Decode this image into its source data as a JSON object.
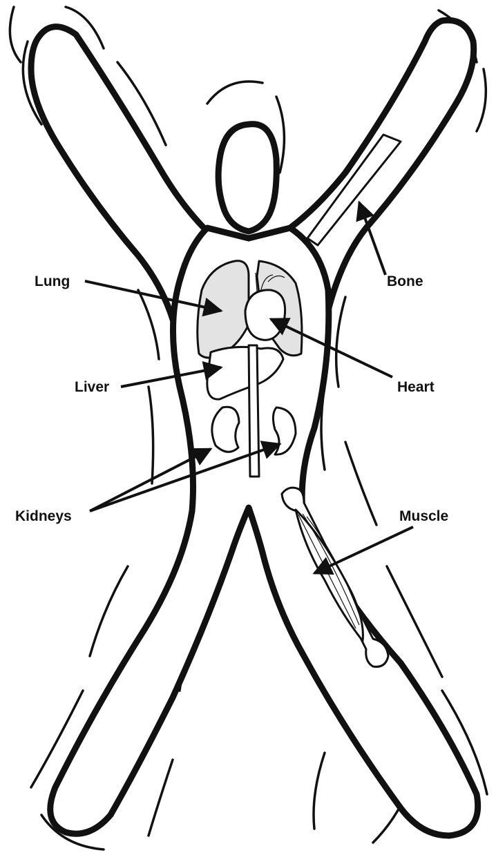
{
  "labels": {
    "lung": "Lung",
    "bone": "Bone",
    "liver": "Liver",
    "heart": "Heart",
    "kidneys": "Kidneys",
    "muscle": "Muscle"
  },
  "colors": {
    "ink": "#111111",
    "lung_fill": "#e3e3e3",
    "paper": "#ffffff"
  }
}
